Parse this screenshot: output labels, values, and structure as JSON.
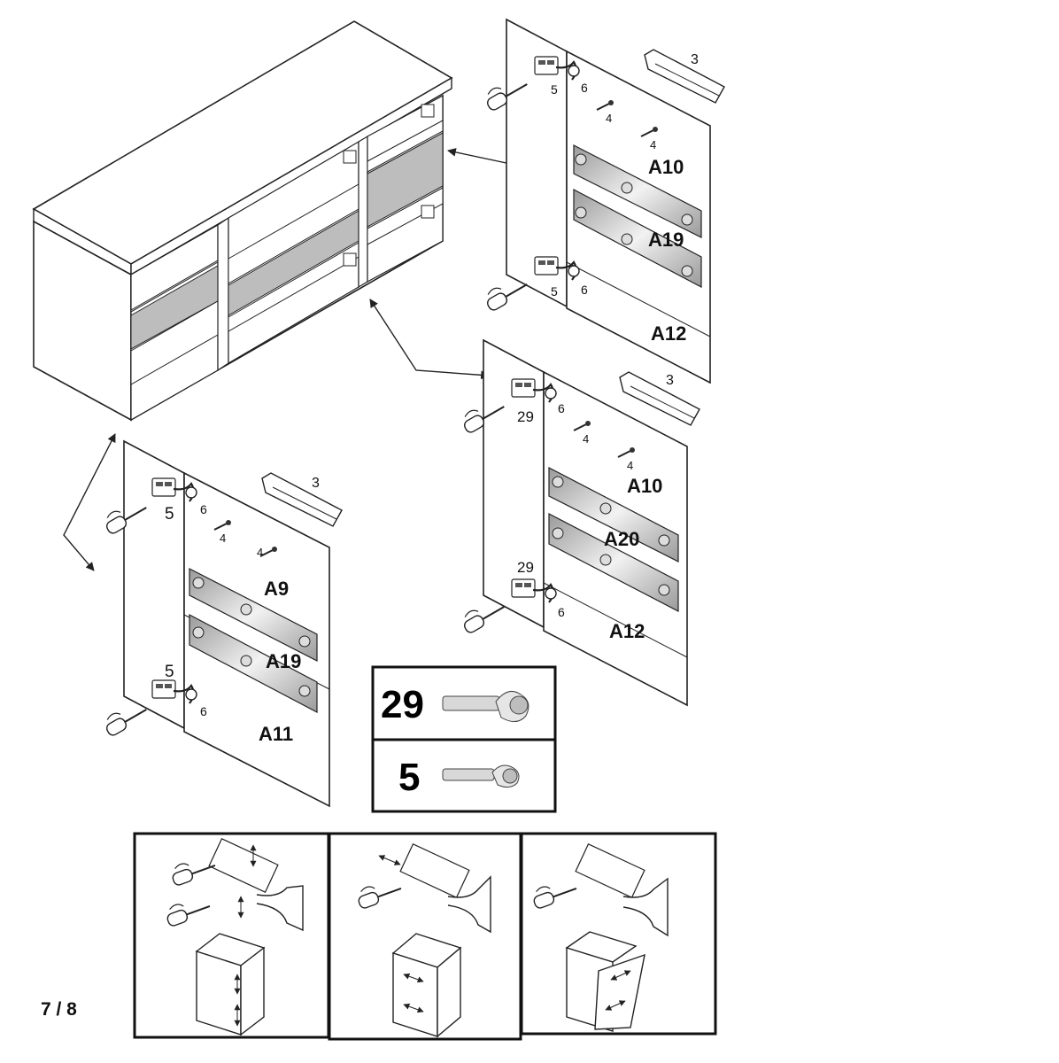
{
  "page": {
    "number": "7 / 8"
  },
  "door_top": {
    "left_panel": "A12",
    "upper_panel": "A10",
    "plate": "A19",
    "handle_part": "3",
    "screw_part": "4",
    "hinge_part": "5",
    "mount_part": "6"
  },
  "door_middle": {
    "left_panel": "A12",
    "upper_panel": "A10",
    "plate": "A20",
    "handle_part": "3",
    "screw_part": "4",
    "hinge_part": "29",
    "mount_part": "6"
  },
  "door_bottom": {
    "left_panel": "A11",
    "upper_panel": "A9",
    "plate": "A19",
    "handle_part": "3",
    "screw_part": "4",
    "hinge_part": "5",
    "mount_part": "6"
  },
  "legend": [
    {
      "code": "29",
      "icon": "hinge-large-icon"
    },
    {
      "code": "5",
      "icon": "hinge-small-icon"
    }
  ],
  "adjustments": [
    {
      "icon": "vertical-adjust-icon"
    },
    {
      "icon": "depth-adjust-icon"
    },
    {
      "icon": "side-adjust-icon"
    }
  ]
}
